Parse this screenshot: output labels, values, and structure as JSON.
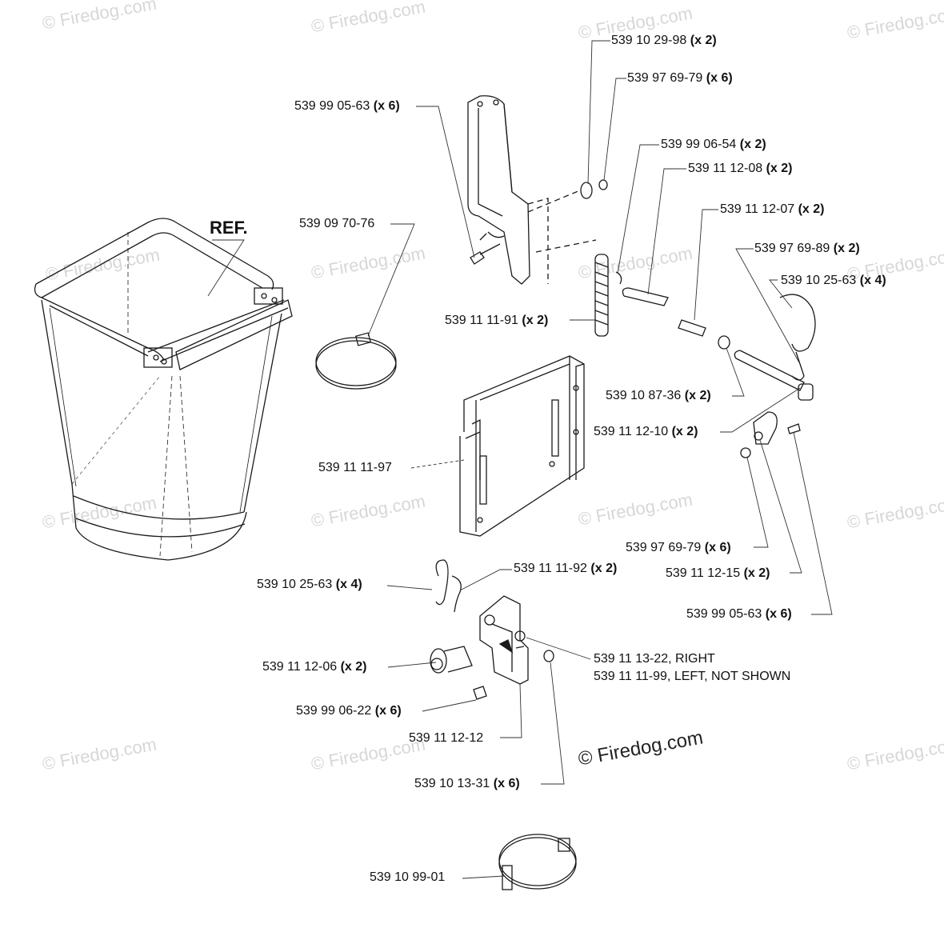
{
  "diagram": {
    "ref_label": "REF.",
    "watermark": "© Firedog.com",
    "callouts": [
      {
        "id": "c1",
        "part": "539 10 29-98",
        "qty": "(x 2)"
      },
      {
        "id": "c2",
        "part": "539 97 69-79",
        "qty": "(x 6)"
      },
      {
        "id": "c3",
        "part": "539 99 05-63",
        "qty": "(x 6)"
      },
      {
        "id": "c4",
        "part": "539 99 06-54",
        "qty": "(x 2)"
      },
      {
        "id": "c5",
        "part": "539 11 12-08",
        "qty": "(x 2)"
      },
      {
        "id": "c6",
        "part": "539 09 70-76",
        "qty": ""
      },
      {
        "id": "c7",
        "part": "539 11 12-07",
        "qty": "(x 2)"
      },
      {
        "id": "c8",
        "part": "539 97 69-89",
        "qty": "(x 2)"
      },
      {
        "id": "c9",
        "part": "539 10 25-63",
        "qty": "(x 4)"
      },
      {
        "id": "c10",
        "part": "539 11 11-91",
        "qty": "(x 2)"
      },
      {
        "id": "c11",
        "part": "539 10 87-36",
        "qty": "(x 2)"
      },
      {
        "id": "c12",
        "part": "539 11 12-10",
        "qty": "(x 2)"
      },
      {
        "id": "c13",
        "part": "539 11 11-97",
        "qty": ""
      },
      {
        "id": "c14",
        "part": "539 97 69-79",
        "qty": "(x 6)"
      },
      {
        "id": "c15",
        "part": "539 11 12-15",
        "qty": "(x 2)"
      },
      {
        "id": "c16",
        "part": "539 10 25-63",
        "qty": "(x 4)"
      },
      {
        "id": "c17",
        "part": "539 11 11-92",
        "qty": "(x 2)"
      },
      {
        "id": "c18",
        "part": "539 99 05-63",
        "qty": "(x 6)"
      },
      {
        "id": "c19",
        "part": "539 11 12-06",
        "qty": "(x 2)"
      },
      {
        "id": "c20",
        "part": "539 11 13-22, RIGHT",
        "qty": ""
      },
      {
        "id": "c21",
        "part": "539 11 11-99, LEFT, NOT SHOWN",
        "qty": ""
      },
      {
        "id": "c22",
        "part": "539 99 06-22",
        "qty": "(x 6)"
      },
      {
        "id": "c23",
        "part": "539 11 12-12",
        "qty": ""
      },
      {
        "id": "c24",
        "part": "539 10 13-31",
        "qty": "(x 6)"
      },
      {
        "id": "c25",
        "part": "539 10 99-01",
        "qty": ""
      }
    ]
  },
  "colors": {
    "line": "#1a1a1a",
    "watermark": "#d7d7d7",
    "background": "#ffffff"
  }
}
